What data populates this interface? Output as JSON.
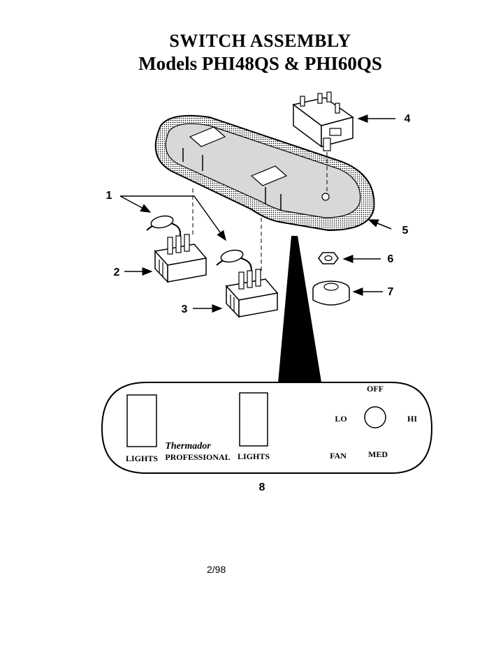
{
  "title": {
    "line1": "SWITCH ASSEMBLY",
    "line2": "Models PHI48QS & PHI60QS"
  },
  "callouts": [
    "1",
    "2",
    "3",
    "4",
    "5",
    "6",
    "7",
    "8"
  ],
  "panel": {
    "label_left": "LIGHTS",
    "label_right": "LIGHTS",
    "brand": "Thermador",
    "brand_sub": "PROFESSIONAL",
    "fan_off": "OFF",
    "fan_lo": "LO",
    "fan_hi": "HI",
    "fan_med": "MED",
    "fan_label": "FAN"
  },
  "footer": {
    "date": "2/98"
  }
}
